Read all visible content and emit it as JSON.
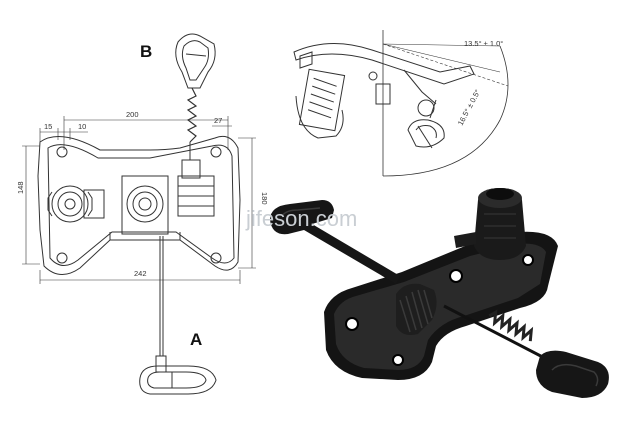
{
  "labels": {
    "a": "A",
    "b": "B"
  },
  "dimensions": {
    "d15": "15",
    "d10": "10",
    "d200": "200",
    "d27": "27",
    "d148": "148",
    "d180": "180",
    "d242": "242",
    "angle_top": "13.5° ± 1.0°",
    "angle_side": "16.5° ± 0.5°"
  },
  "watermark": "jifeson.com",
  "colors": {
    "line": "#333333",
    "metal": "#141414",
    "watermark": "#c9ced3"
  }
}
